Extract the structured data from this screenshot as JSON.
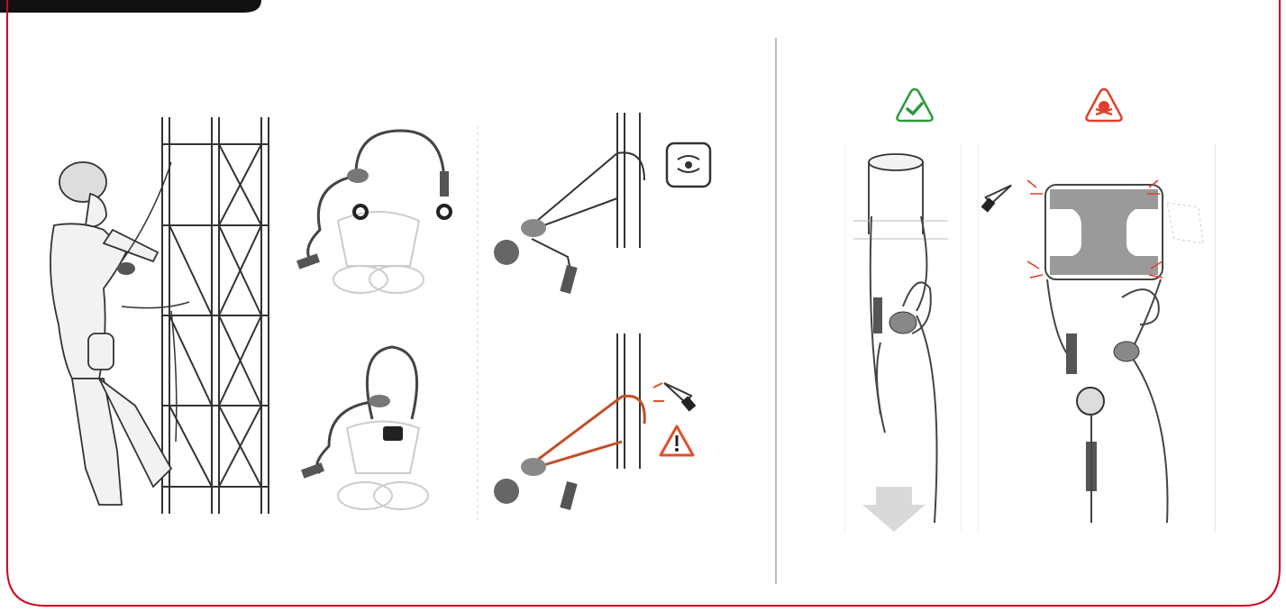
{
  "page": {
    "accent_color": "#d0021b",
    "tab_color": "#111111",
    "divider_color": "#555555"
  },
  "left_section": {
    "figures": [
      {
        "id": "worker-on-tower",
        "icon": "climber-with-lanyard-icon"
      },
      {
        "id": "lanyard-on-harness-top",
        "icon": "lanyard-harness-icon"
      },
      {
        "id": "lanyard-around-post-ok",
        "icon": "lanyard-post-icon",
        "callout_icon": "eye-inspection-icon"
      },
      {
        "id": "lanyard-on-harness-bottom",
        "icon": "lanyard-harness-icon"
      },
      {
        "id": "lanyard-around-post-edge",
        "icon": "lanyard-post-edge-icon",
        "callout_icon": "saw-icon",
        "warning_icon": "exclamation-warning-icon"
      }
    ],
    "warning_color": "#e0502a",
    "edge_color": "#c0502a"
  },
  "right_section": {
    "ok_icon": "check-triangle-icon",
    "ok_color": "#2a9a3c",
    "danger_icon": "skull-triangle-icon",
    "danger_color": "#e0402a",
    "panels": [
      {
        "id": "round-anchor-correct",
        "icon": "round-pole-anchor-icon",
        "arrow_icon": "down-arrow-icon"
      },
      {
        "id": "ibeam-anchor-danger",
        "icon": "ibeam-anchor-icon",
        "callout_icon": "saw-icon"
      }
    ]
  }
}
